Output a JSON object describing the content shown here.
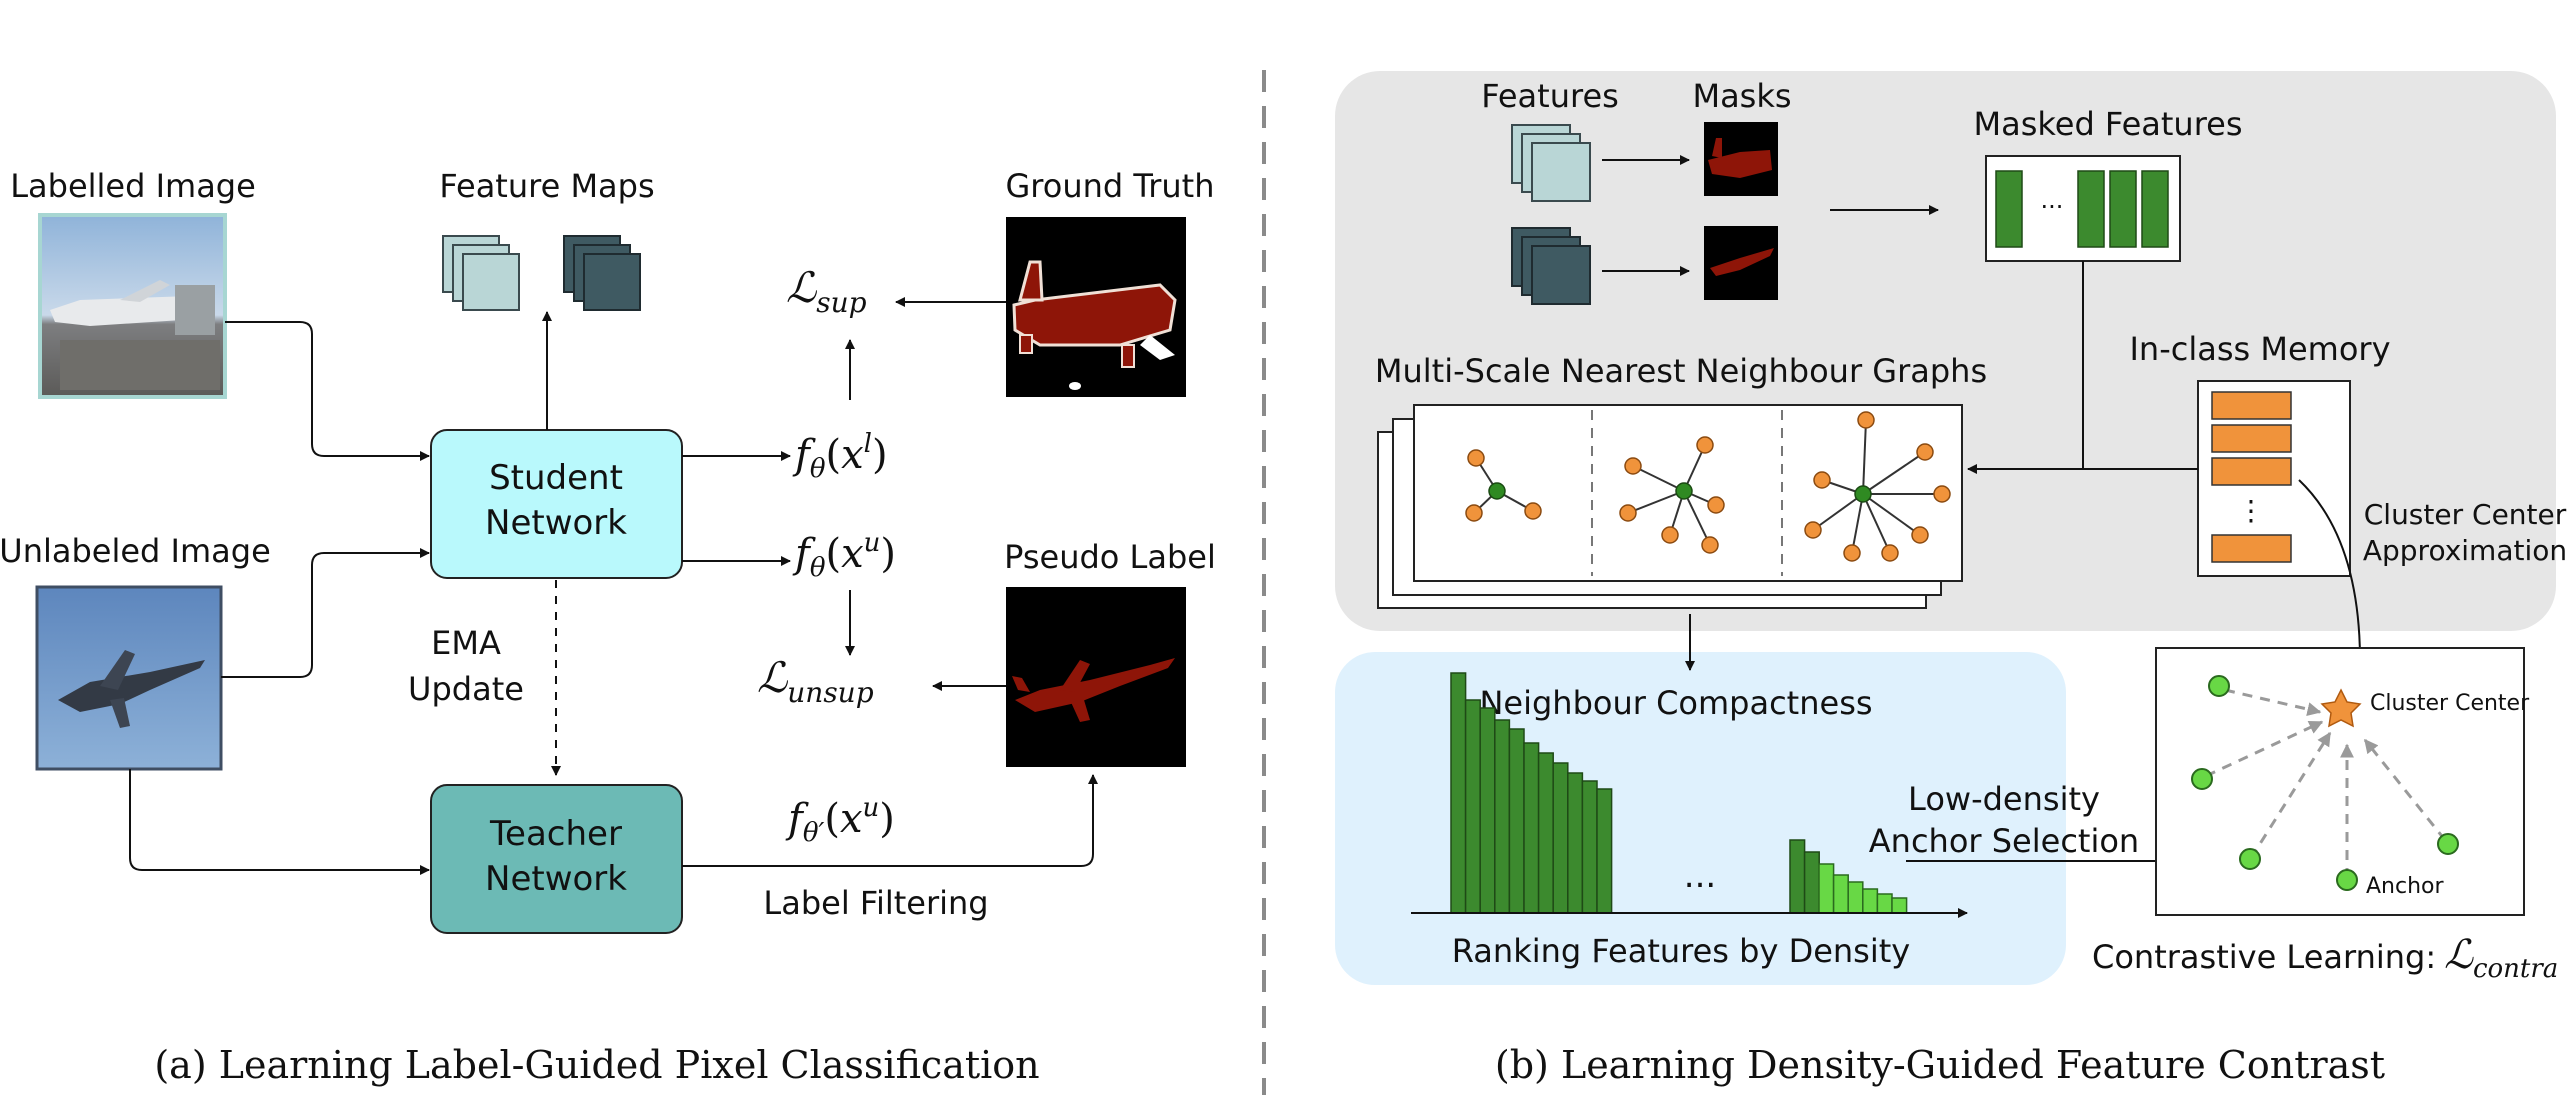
{
  "panel_a": {
    "labelled_image": "Labelled Image",
    "unlabeled_image": "Unlabeled Image",
    "feature_maps": "Feature Maps",
    "ground_truth": "Ground Truth",
    "pseudo_label": "Pseudo Label",
    "student_line1": "Student",
    "student_line2": "Network",
    "teacher_line1": "Teacher",
    "teacher_line2": "Network",
    "ema_line1": "EMA",
    "ema_line2": "Update",
    "label_filtering": "Label Filtering",
    "loss_sup": "sup",
    "loss_unsup": "unsup",
    "f_theta_xl_sup": "l",
    "f_theta_xu_sup": "u",
    "f_theta_prime_xu_sup": "u",
    "caption": "(a) Learning Label-Guided Pixel Classification"
  },
  "panel_b": {
    "features": "Features",
    "masks": "Masks",
    "masked_features": "Masked Features",
    "masked_ellipsis": "···",
    "graphs_title": "Multi-Scale Nearest Neighbour Graphs",
    "in_class_memory": "In-class Memory",
    "memory_ellipsis": "⋮",
    "cluster_approx_line1": "Cluster Center",
    "cluster_approx_line2": "Approximation",
    "neighbour_compactness": "Neighbour Compactness",
    "ranking": "Ranking Features by Density",
    "bars_ellipsis": "...",
    "low_density_line1": "Low-density",
    "low_density_line2": "Anchor Selection",
    "cluster_center": "Cluster Center",
    "anchor": "Anchor",
    "contrastive_prefix": "Contrastive Learning:",
    "loss_contra": "contra",
    "caption": "(b) Learning Density-Guided Feature Contrast"
  },
  "colors": {
    "student": "#b9f9fc",
    "teacher": "#6cbab5",
    "gray_panel": "#e6e6e6",
    "blue_panel": "#dff1fd",
    "dark_green": "#3c8a2e",
    "light_green": "#68d845",
    "node_orange": "#f0933b",
    "node_green": "#2f8a22",
    "mask_red": "#8e1508"
  },
  "chart_data": {
    "type": "bar",
    "dark_bars": [
      240,
      213,
      205,
      193,
      184,
      170,
      160,
      150,
      140,
      132,
      124
    ],
    "mid_bars": [
      73,
      61
    ],
    "light_bars": [
      49,
      38,
      31,
      24,
      19,
      15
    ]
  }
}
